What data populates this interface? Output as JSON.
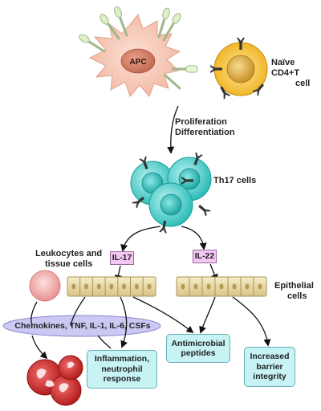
{
  "labels": {
    "apc": "APC",
    "naive_line1": "Naïve CD4+T",
    "naive_line2": "cell",
    "prolif_line1": "Proliferation",
    "prolif_line2": "Differentiation",
    "th17": "Th17 cells",
    "leuko_line1": "Leukocytes and",
    "leuko_line2": "tissue cells",
    "il17": "IL-17",
    "il22": "IL-22",
    "epi_line1": "Epithelial",
    "epi_line2": "cells",
    "chemokines": "Chemokines, TNF, IL-1, IL-6, CSFs",
    "inflam_line1": "Inflammation,",
    "inflam_line2": "neutrophil",
    "inflam_line3": "response",
    "anti_line1": "Antimicrobial",
    "anti_line2": "peptides",
    "barrier_line1": "Increased",
    "barrier_line2": "barrier",
    "barrier_line3": "integrity"
  },
  "colors": {
    "apc": "#f7c6b5",
    "naive_cell": "#f5c242",
    "th17_cell": "#4fd3d0",
    "cytokine_box": "#f3c6f3",
    "outcome_box": "#c7f3f5",
    "chemokine_ellipse": "#c9c6f2",
    "epithelium": "#e9dcaa",
    "leukocyte": "#f2a8a8",
    "neutrophil": "#e03a3a"
  }
}
